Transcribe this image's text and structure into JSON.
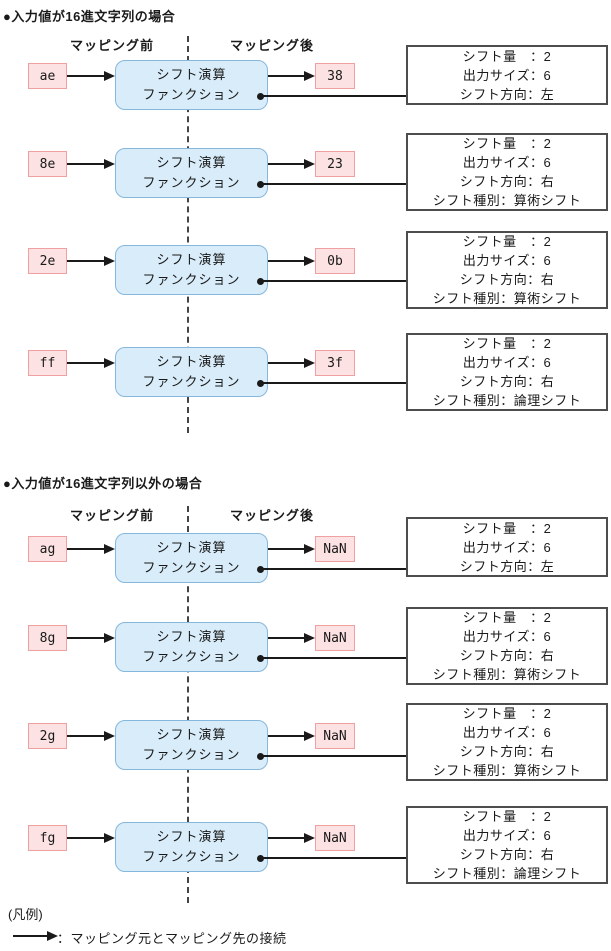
{
  "colors": {
    "function_box_fill": "#d8ecf9",
    "function_box_border": "#86b8de",
    "value_box_fill": "#fce2e2",
    "value_box_border": "#efa0a0",
    "note_box_border": "#4d4d4d",
    "connector_line": "#1a1a1a"
  },
  "headers": {
    "before": "マッピング前",
    "after": "マッピング後"
  },
  "function_box": {
    "line1": "シフト演算",
    "line2": "ファンクション"
  },
  "sections": [
    {
      "title": "●入力値が16進文字列の場合",
      "rows": [
        {
          "input": "ae",
          "output": "38",
          "note": [
            "シフト量　：2",
            "出力サイズ：6",
            "シフト方向：左"
          ]
        },
        {
          "input": "8e",
          "output": "23",
          "note": [
            "シフト量　：2",
            "出力サイズ：6",
            "シフト方向：右",
            "シフト種別：算術シフト"
          ]
        },
        {
          "input": "2e",
          "output": "0b",
          "note": [
            "シフト量　：2",
            "出力サイズ：6",
            "シフト方向：右",
            "シフト種別：算術シフト"
          ]
        },
        {
          "input": "ff",
          "output": "3f",
          "note": [
            "シフト量　：2",
            "出力サイズ：6",
            "シフト方向：右",
            "シフト種別：論理シフト"
          ]
        }
      ]
    },
    {
      "title": "●入力値が16進文字列以外の場合",
      "rows": [
        {
          "input": "ag",
          "output": "NaN",
          "note": [
            "シフト量　：2",
            "出力サイズ：6",
            "シフト方向：左"
          ]
        },
        {
          "input": "8g",
          "output": "NaN",
          "note": [
            "シフト量　：2",
            "出力サイズ：6",
            "シフト方向：右",
            "シフト種別：算術シフト"
          ]
        },
        {
          "input": "2g",
          "output": "NaN",
          "note": [
            "シフト量　：2",
            "出力サイズ：6",
            "シフト方向：右",
            "シフト種別：算術シフト"
          ]
        },
        {
          "input": "fg",
          "output": "NaN",
          "note": [
            "シフト量　：2",
            "出力サイズ：6",
            "シフト方向：右",
            "シフト種別：論理シフト"
          ]
        }
      ]
    }
  ],
  "legend": {
    "label": "(凡例)",
    "arrow_desc": "：マッピング元とマッピング先の接続"
  }
}
